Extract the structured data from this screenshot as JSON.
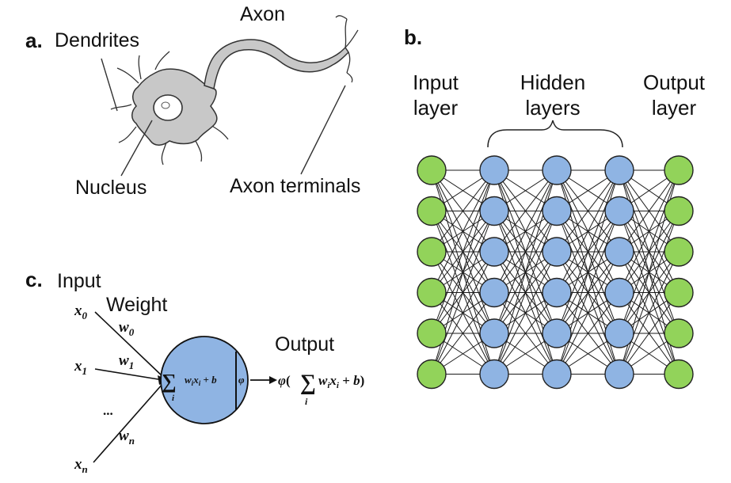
{
  "panel_a": {
    "letter": "a.",
    "labels": {
      "dendrites": "Dendrites",
      "axon": "Axon",
      "nucleus": "Nucleus",
      "axon_terminals": "Axon terminals"
    }
  },
  "panel_b": {
    "letter": "b.",
    "input_label": [
      "Input",
      "layer"
    ],
    "hidden_label": [
      "Hidden",
      "layers"
    ],
    "output_label": [
      "Output",
      "layer"
    ],
    "layers": [
      {
        "type": "input",
        "nodes": 6
      },
      {
        "type": "hidden",
        "nodes": 6
      },
      {
        "type": "hidden",
        "nodes": 6
      },
      {
        "type": "hidden",
        "nodes": 6
      },
      {
        "type": "output",
        "nodes": 6
      }
    ],
    "colors": {
      "input": "#92d35a",
      "hidden": "#8fb4e3",
      "output": "#92d35a"
    }
  },
  "panel_c": {
    "letter": "c.",
    "input_title": "Input",
    "weight_title": "Weight",
    "output_title": "Output",
    "inputs": {
      "x0": {
        "base": "x",
        "sub": "0"
      },
      "x1": {
        "base": "x",
        "sub": "1"
      },
      "ellipsis": "...",
      "xn": {
        "base": "x",
        "sub": "n"
      }
    },
    "weights": {
      "w0": {
        "base": "w",
        "sub": "0"
      },
      "w1": {
        "base": "w",
        "sub": "1"
      },
      "wn": {
        "base": "w",
        "sub": "n"
      }
    },
    "sum_sign": "∑",
    "sum_index": "i",
    "sum_terms": "w",
    "phi": "φ",
    "neuron_color": "#8fb4e3"
  }
}
